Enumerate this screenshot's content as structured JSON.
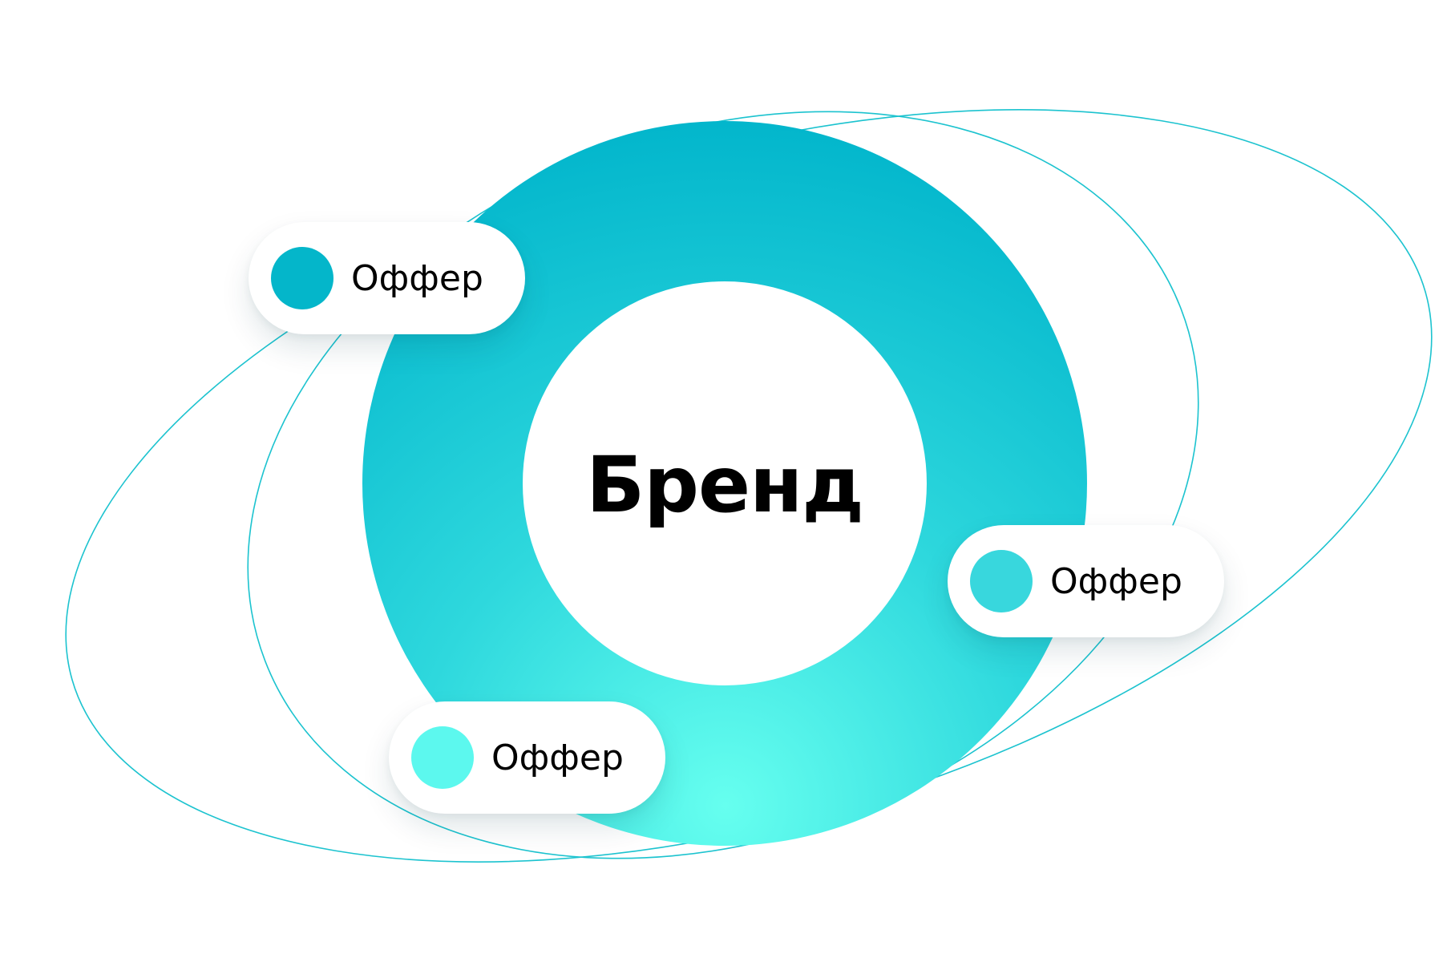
{
  "center": {
    "label": "Бренд"
  },
  "offers": [
    {
      "label": "Оффер",
      "dot_color": "#04B6CA"
    },
    {
      "label": "Оффер",
      "dot_color": "#38D7DD"
    },
    {
      "label": "Оффер",
      "dot_color": "#5CF8EE"
    }
  ],
  "colors": {
    "ring_top": "#00B4CB",
    "ring_bottom": "#66FFEF",
    "orbit_line": "#1CC3CF",
    "background": "#FFFFFF",
    "text": "#000000"
  }
}
